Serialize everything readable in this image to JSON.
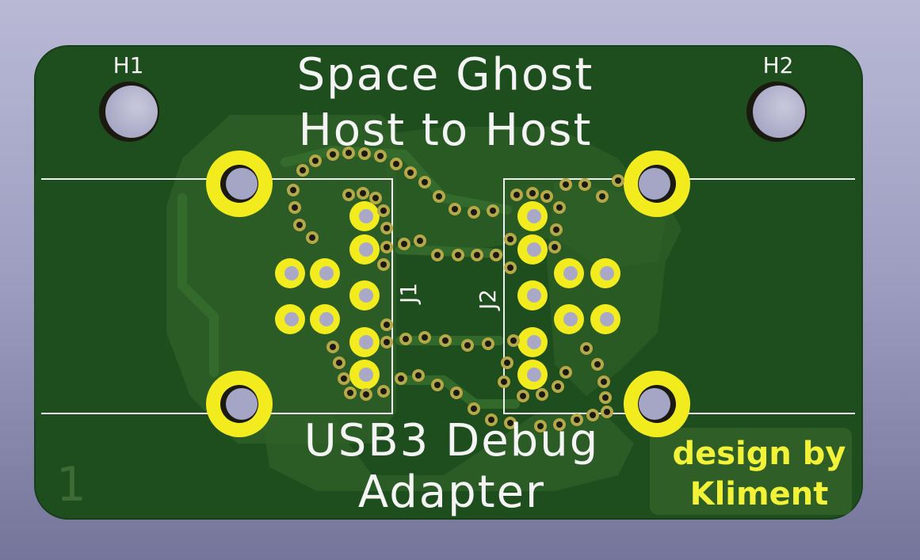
{
  "board": {
    "title_line1": "Space Ghost",
    "title_line2": "Host to Host",
    "subtitle_line1": "USB3 Debug",
    "subtitle_line2": "Adapter",
    "credit_line1": "design by",
    "credit_line2": "Kliment",
    "layer_number": "1"
  },
  "references": {
    "hole_left": "H1",
    "hole_right": "H2",
    "connector_left": "J1",
    "connector_right": "J2"
  },
  "colors": {
    "background_top": "#b9b9d6",
    "board_dark": "#1c4a1c",
    "copper_pour": "#3a6a2a",
    "pad_gold": "#f2ec1e",
    "silkscreen": "#f4f4f4"
  }
}
